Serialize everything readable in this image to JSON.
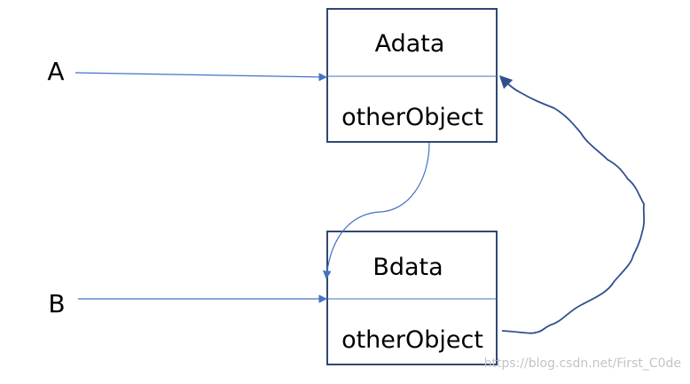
{
  "diagram": {
    "reference_a": "A",
    "reference_b": "B",
    "object_a": {
      "title": "Adata",
      "field": "otherObject"
    },
    "object_b": {
      "title": "Bdata",
      "field": "otherObject"
    },
    "watermark": "https://blog.csdn.net/First_C0de"
  },
  "colors": {
    "box_border": "#2f4774",
    "arrow_blue": "#4472c4",
    "curve_dark": "#2f4f8f",
    "text": "#000000"
  }
}
